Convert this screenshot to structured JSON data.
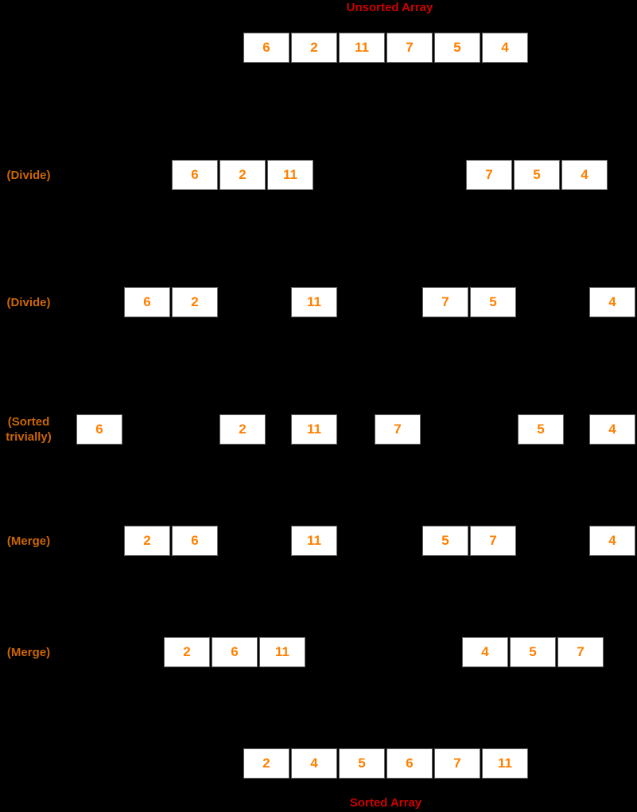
{
  "titles": {
    "top": "Unsorted Array",
    "bottom": "Sorted Array"
  },
  "colors": {
    "background": "#000000",
    "title": "#CC0000",
    "step_label": "#CC6600",
    "cell_text": "#FF8000",
    "cell_fill": "#FFFFFF",
    "cell_border": "#666666"
  },
  "steps": [
    {
      "label": "(Divide)"
    },
    {
      "label": "(Divide)"
    },
    {
      "label": "(Sorted trivially)"
    },
    {
      "label": "(Merge)"
    },
    {
      "label": "(Merge)"
    }
  ],
  "rows": [
    {
      "name": "unsorted",
      "groups": [
        [
          "6",
          "2",
          "11",
          "7",
          "5",
          "4"
        ]
      ]
    },
    {
      "name": "divide-1",
      "groups": [
        [
          "6",
          "2",
          "11"
        ],
        [
          "7",
          "5",
          "4"
        ]
      ]
    },
    {
      "name": "divide-2",
      "groups": [
        [
          "6",
          "2"
        ],
        [
          "11"
        ],
        [
          "7",
          "5"
        ],
        [
          "4"
        ]
      ]
    },
    {
      "name": "singletons",
      "groups": [
        [
          "6"
        ],
        [
          "2"
        ],
        [
          "11"
        ],
        [
          "7"
        ],
        [
          "5"
        ],
        [
          "4"
        ]
      ]
    },
    {
      "name": "merge-1",
      "groups": [
        [
          "2",
          "6"
        ],
        [
          "11"
        ],
        [
          "5",
          "7"
        ],
        [
          "4"
        ]
      ]
    },
    {
      "name": "merge-2",
      "groups": [
        [
          "2",
          "6",
          "11"
        ],
        [
          "4",
          "5",
          "7"
        ]
      ]
    },
    {
      "name": "sorted",
      "groups": [
        [
          "2",
          "4",
          "5",
          "6",
          "7",
          "11"
        ]
      ]
    }
  ],
  "cells": {
    "r0": [
      "6",
      "2",
      "11",
      "7",
      "5",
      "4"
    ],
    "r1": [
      "6",
      "2",
      "11",
      "7",
      "5",
      "4"
    ],
    "r2": [
      "6",
      "2",
      "11",
      "7",
      "5",
      "4"
    ],
    "r3": [
      "6",
      "2",
      "11",
      "7",
      "5",
      "4"
    ],
    "r4": [
      "2",
      "6",
      "11",
      "5",
      "7",
      "4"
    ],
    "r5": [
      "2",
      "6",
      "11",
      "4",
      "5",
      "7"
    ],
    "r6": [
      "2",
      "4",
      "5",
      "6",
      "7",
      "11"
    ]
  }
}
